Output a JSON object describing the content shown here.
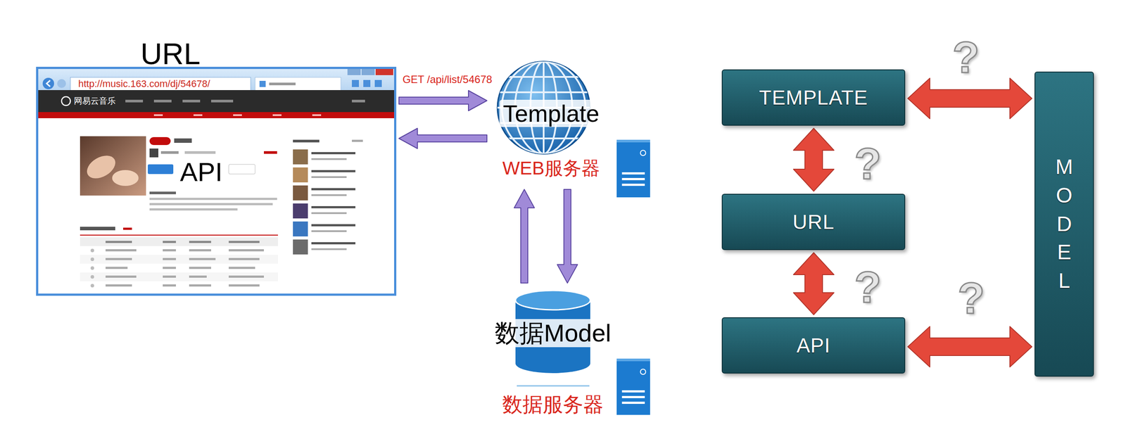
{
  "diagram": {
    "nodes": [
      {
        "text": [
          "URL",
          "API"
        ]
      },
      {
        "text": [
          "Template",
          "WEB服务器"
        ]
      },
      {
        "text": [
          "数据Model",
          "数据服务器"
        ]
      },
      {
        "text": [
          "TEMPLATE"
        ]
      },
      {
        "text": [
          "URL"
        ]
      },
      {
        "text": [
          "API"
        ]
      },
      {
        "text": [
          "MODEL"
        ]
      }
    ],
    "edges": [
      {
        "from": 0,
        "to": 1,
        "arrow": "to",
        "label": "GET /api/list/54678"
      },
      {
        "from": 1,
        "to": 0,
        "arrow": "to"
      },
      {
        "from": 2,
        "to": 1,
        "arrow": "to"
      },
      {
        "from": 1,
        "to": 2,
        "arrow": "to"
      },
      {
        "from": 3,
        "to": 6,
        "arrow": "both"
      },
      {
        "from": 3,
        "to": 4,
        "arrow": "both"
      },
      {
        "from": 4,
        "to": 5,
        "arrow": "both"
      },
      {
        "from": 5,
        "to": 6,
        "arrow": "both"
      }
    ],
    "labels": [
      "http://music.163.com/dj/54678/",
      "网易云音乐",
      "?",
      "?",
      "?",
      "?"
    ]
  }
}
